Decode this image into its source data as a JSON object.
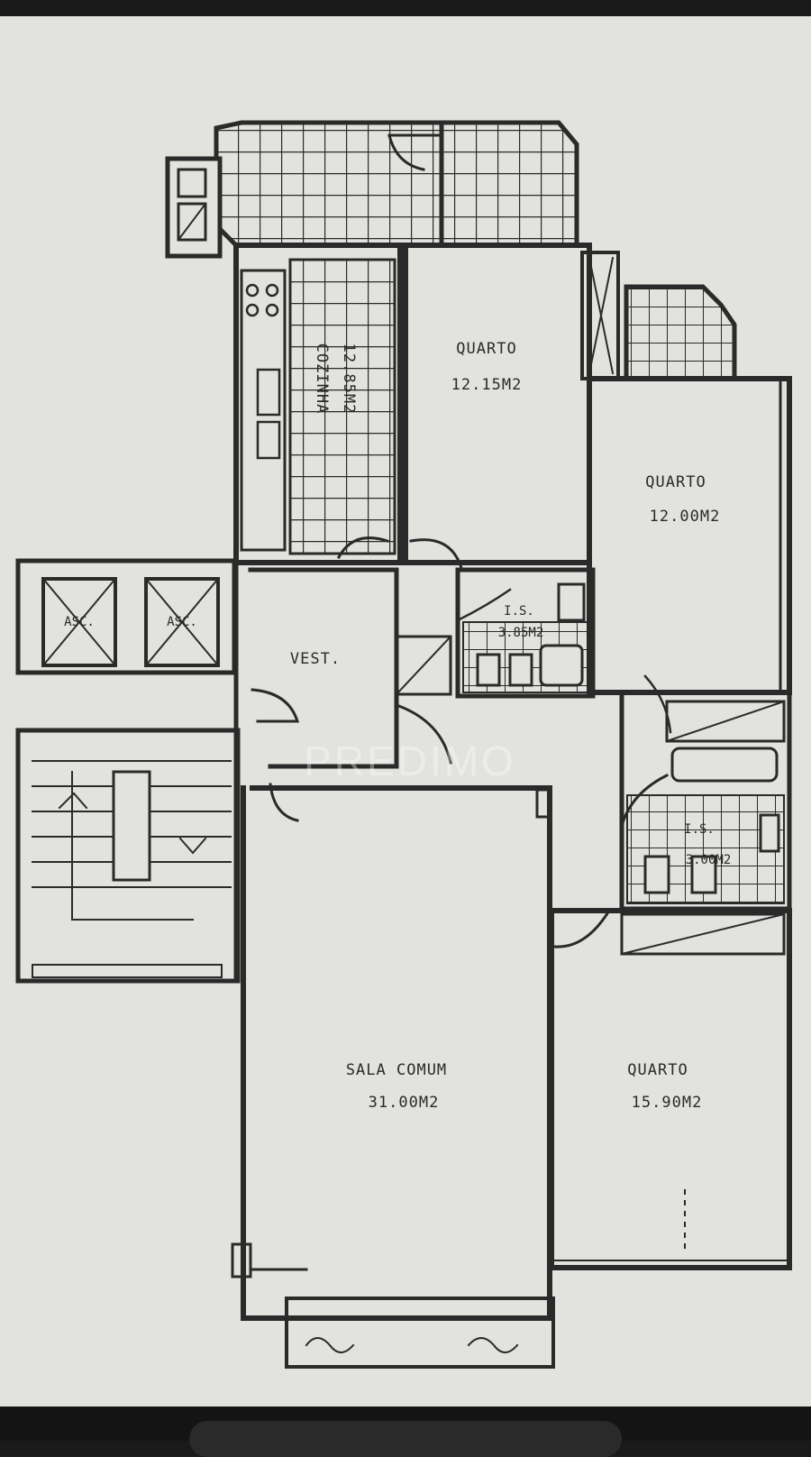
{
  "plan": {
    "rooms": {
      "cozinha": {
        "name": "COZINHA",
        "area": "12.85M2"
      },
      "quarto_top": {
        "name": "QUARTO",
        "area": "12.15M2"
      },
      "quarto_right": {
        "name": "QUARTO",
        "area": "12.00M2"
      },
      "vest": {
        "name": "VEST."
      },
      "is1": {
        "name": "I.S.",
        "area": "3.85M2"
      },
      "is2": {
        "name": "I.S.",
        "area": "3.00M2"
      },
      "sala": {
        "name": "SALA COMUM",
        "area": "31.00M2"
      },
      "quarto_bottom": {
        "name": "QUARTO",
        "area": "15.90M2"
      }
    },
    "elevators": [
      "ASC.",
      "ASC."
    ],
    "watermark": "PREDIMO"
  },
  "colors": {
    "paper": "#e2e2df",
    "ink": "#2a2a2a",
    "frame": "#141414"
  }
}
